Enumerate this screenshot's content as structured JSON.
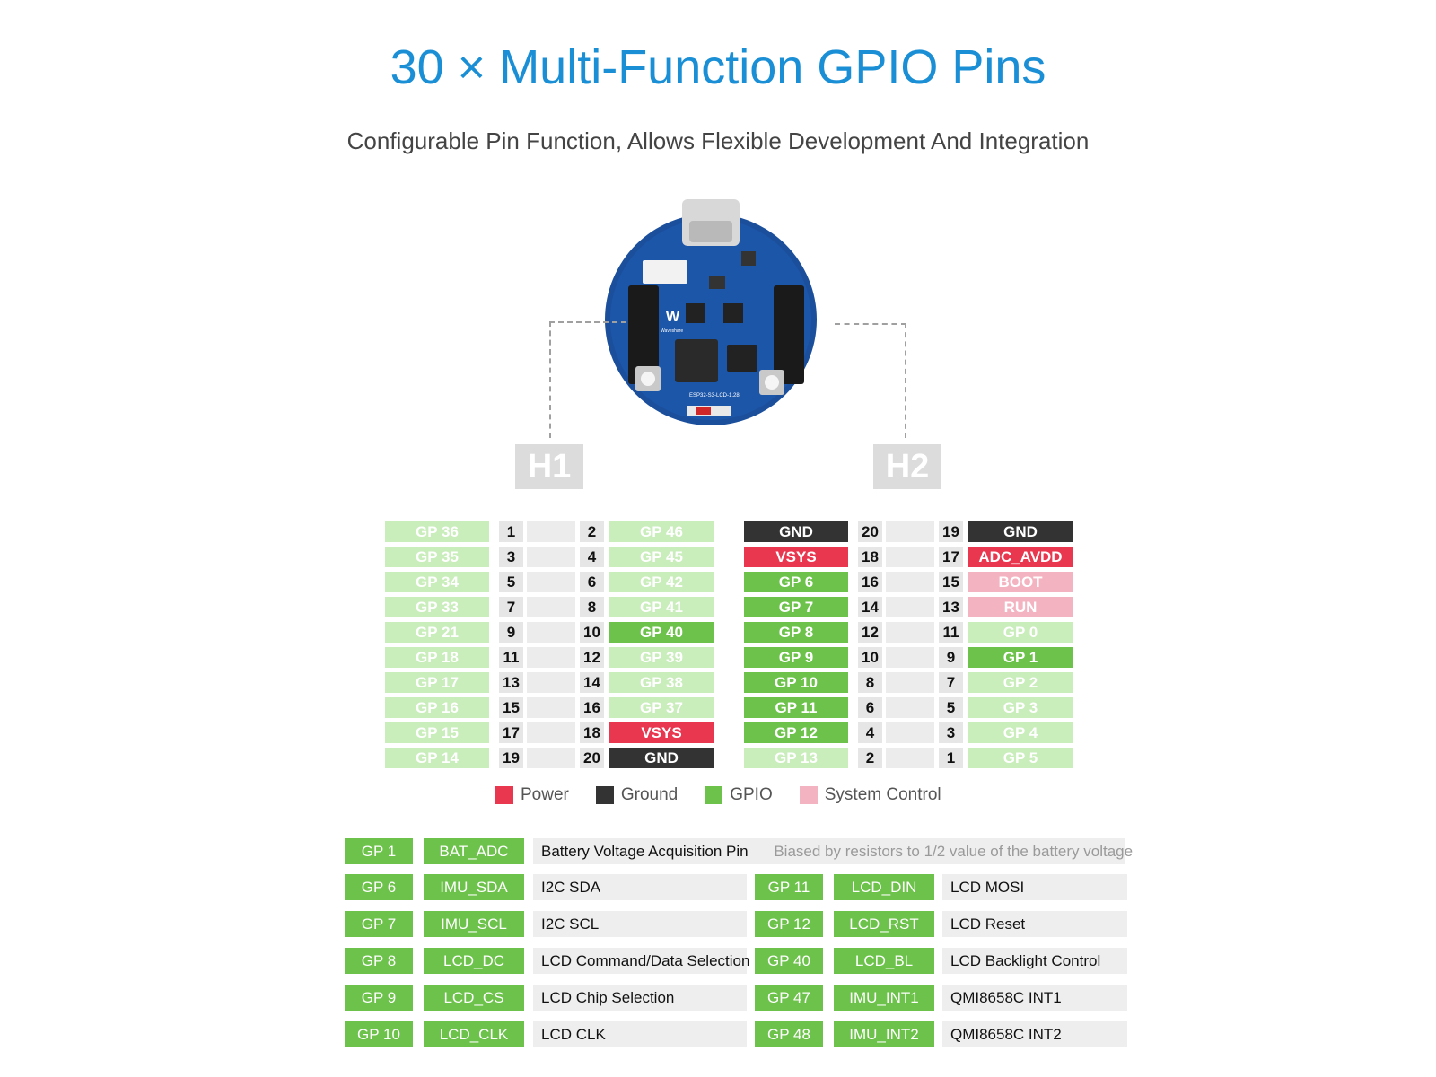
{
  "title": "30 × Multi-Function GPIO Pins",
  "subtitle": "Configurable Pin Function, Allows Flexible Development And Integration",
  "board": {
    "h1_label": "H1",
    "h2_label": "H2",
    "chip_text": "ESP32-S3-LCD-1.28",
    "brand": "Waveshare"
  },
  "colors": {
    "power": "#e8374f",
    "ground": "#333333",
    "gpio": "#6cc24a",
    "gpio_light": "#c9edbb",
    "system": "#f4b3c0",
    "title": "#1a8fd6"
  },
  "h1": {
    "rows": [
      {
        "left": "GP 36",
        "ln": "1",
        "rn": "2",
        "right": "GP 46",
        "lt": "gpio_light",
        "rt": "gpio_light"
      },
      {
        "left": "GP 35",
        "ln": "3",
        "rn": "4",
        "right": "GP 45",
        "lt": "gpio_light",
        "rt": "gpio_light"
      },
      {
        "left": "GP 34",
        "ln": "5",
        "rn": "6",
        "right": "GP 42",
        "lt": "gpio_light",
        "rt": "gpio_light"
      },
      {
        "left": "GP 33",
        "ln": "7",
        "rn": "8",
        "right": "GP 41",
        "lt": "gpio_light",
        "rt": "gpio_light"
      },
      {
        "left": "GP 21",
        "ln": "9",
        "rn": "10",
        "right": "GP 40",
        "lt": "gpio_light",
        "rt": "gpio"
      },
      {
        "left": "GP 18",
        "ln": "11",
        "rn": "12",
        "right": "GP 39",
        "lt": "gpio_light",
        "rt": "gpio_light"
      },
      {
        "left": "GP 17",
        "ln": "13",
        "rn": "14",
        "right": "GP 38",
        "lt": "gpio_light",
        "rt": "gpio_light"
      },
      {
        "left": "GP 16",
        "ln": "15",
        "rn": "16",
        "right": "GP 37",
        "lt": "gpio_light",
        "rt": "gpio_light"
      },
      {
        "left": "GP 15",
        "ln": "17",
        "rn": "18",
        "right": "VSYS",
        "lt": "gpio_light",
        "rt": "power"
      },
      {
        "left": "GP 14",
        "ln": "19",
        "rn": "20",
        "right": "GND",
        "lt": "gpio_light",
        "rt": "ground"
      }
    ]
  },
  "h2": {
    "rows": [
      {
        "left": "GND",
        "ln": "20",
        "rn": "19",
        "right": "GND",
        "lt": "ground",
        "rt": "ground"
      },
      {
        "left": "VSYS",
        "ln": "18",
        "rn": "17",
        "right": "ADC_AVDD",
        "lt": "power",
        "rt": "power"
      },
      {
        "left": "GP 6",
        "ln": "16",
        "rn": "15",
        "right": "BOOT",
        "lt": "gpio",
        "rt": "system"
      },
      {
        "left": "GP 7",
        "ln": "14",
        "rn": "13",
        "right": "RUN",
        "lt": "gpio",
        "rt": "system"
      },
      {
        "left": "GP 8",
        "ln": "12",
        "rn": "11",
        "right": "GP 0",
        "lt": "gpio",
        "rt": "gpio_light"
      },
      {
        "left": "GP 9",
        "ln": "10",
        "rn": "9",
        "right": "GP 1",
        "lt": "gpio",
        "rt": "gpio"
      },
      {
        "left": "GP 10",
        "ln": "8",
        "rn": "7",
        "right": "GP 2",
        "lt": "gpio",
        "rt": "gpio_light"
      },
      {
        "left": "GP 11",
        "ln": "6",
        "rn": "5",
        "right": "GP 3",
        "lt": "gpio",
        "rt": "gpio_light"
      },
      {
        "left": "GP 12",
        "ln": "4",
        "rn": "3",
        "right": "GP 4",
        "lt": "gpio",
        "rt": "gpio_light"
      },
      {
        "left": "GP 13",
        "ln": "2",
        "rn": "1",
        "right": "GP 5",
        "lt": "gpio_light",
        "rt": "gpio_light"
      }
    ]
  },
  "legend": [
    {
      "label": "Power",
      "color": "power"
    },
    {
      "label": "Ground",
      "color": "ground"
    },
    {
      "label": "GPIO",
      "color": "gpio"
    },
    {
      "label": "System Control",
      "color": "system"
    }
  ],
  "functions": {
    "first": {
      "gp": "GP 1",
      "fn": "BAT_ADC",
      "desc": "Battery Voltage Acquisition Pin",
      "note": "Biased by resistors to 1/2 value of the battery voltage"
    },
    "left": [
      {
        "gp": "GP 6",
        "fn": "IMU_SDA",
        "desc": "I2C SDA"
      },
      {
        "gp": "GP 7",
        "fn": "IMU_SCL",
        "desc": "I2C SCL"
      },
      {
        "gp": "GP 8",
        "fn": "LCD_DC",
        "desc": "LCD Command/Data Selection"
      },
      {
        "gp": "GP 9",
        "fn": "LCD_CS",
        "desc": "LCD Chip Selection"
      },
      {
        "gp": "GP 10",
        "fn": "LCD_CLK",
        "desc": "LCD CLK"
      }
    ],
    "right": [
      {
        "gp": "GP 11",
        "fn": "LCD_DIN",
        "desc": "LCD MOSI"
      },
      {
        "gp": "GP 12",
        "fn": "LCD_RST",
        "desc": "LCD Reset"
      },
      {
        "gp": "GP 40",
        "fn": "LCD_BL",
        "desc": "LCD Backlight Control"
      },
      {
        "gp": "GP 47",
        "fn": "IMU_INT1",
        "desc": "QMI8658C INT1"
      },
      {
        "gp": "GP 48",
        "fn": "IMU_INT2",
        "desc": "QMI8658C INT2"
      }
    ]
  }
}
